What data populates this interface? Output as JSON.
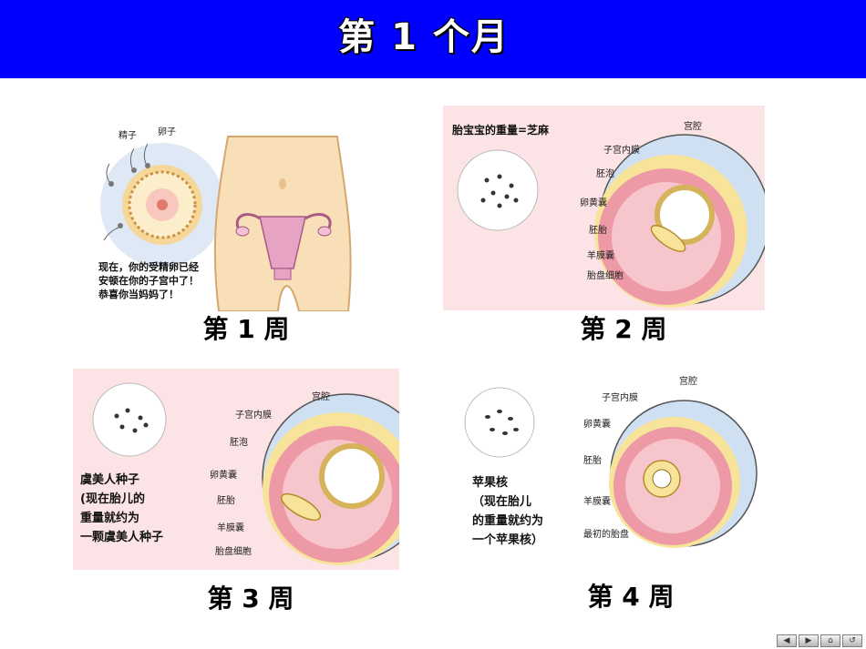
{
  "slide": {
    "title": "第 1 个月"
  },
  "weeks": [
    {
      "caption": "第 1 周",
      "labels": {
        "sperm": "精子",
        "egg": "卵子"
      },
      "note": "现在，你的受精卵已经\n安顿在你的子宫中了！\n恭喜你当妈妈了！"
    },
    {
      "caption": "第 2 周",
      "heading": "胎宝宝的重量=芝麻",
      "labels": [
        "宫腔",
        "子宫内膜",
        "胚泡",
        "卵黄囊",
        "胚胎",
        "羊膜囊",
        "胎盘细胞"
      ]
    },
    {
      "caption": "第 3 周",
      "note": "虞美人种子\n(现在胎儿的\n重量就约为\n一颗虞美人种子",
      "labels": [
        "宫腔",
        "子宫内膜",
        "胚泡",
        "卵黄囊",
        "胚胎",
        "羊膜囊",
        "胎盘细胞"
      ]
    },
    {
      "caption": "第 4 周",
      "note": "苹果核\n（现在胎儿\n的重量就约为\n一个苹果核）",
      "labels": [
        "宫腔",
        "子宫内膜",
        "卵黄囊",
        "胚胎",
        "羊膜囊",
        "最初的胎盘"
      ]
    }
  ],
  "nav": {
    "icons": [
      "prev-icon",
      "next-icon",
      "home-icon",
      "return-icon"
    ],
    "glyphs": [
      "◀",
      "▶",
      "⌂",
      "↺"
    ]
  },
  "colors": {
    "header": "#0000ff",
    "panel_pink": "#fbe3e6",
    "uterus_blue": "#cfe0f2",
    "wall_yellow": "#f7e49a",
    "wall_pink": "#ee9aa6"
  }
}
